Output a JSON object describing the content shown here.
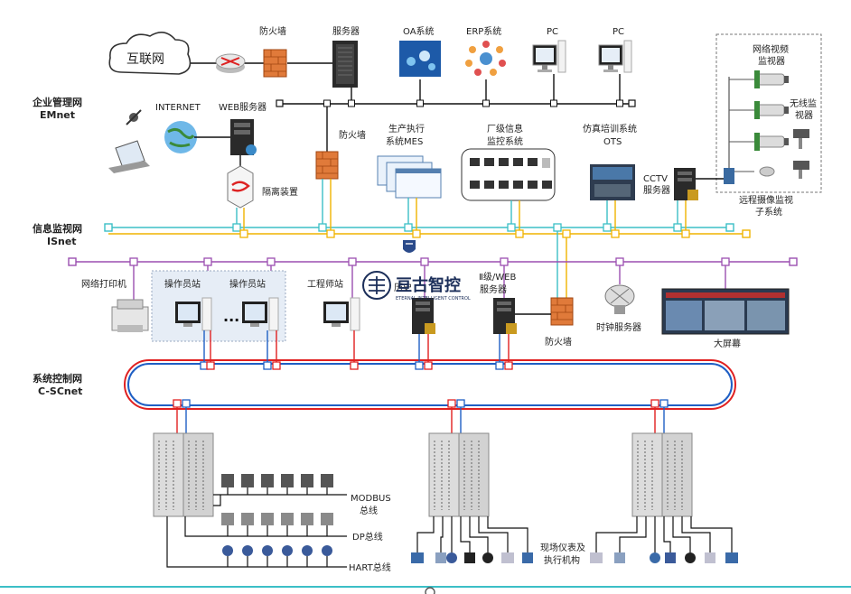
{
  "networks": {
    "emnet": {
      "name": "企业管理网",
      "code": "EMnet"
    },
    "isnet": {
      "name": "信息监视网",
      "code": "ISnet"
    },
    "cscnet": {
      "name": "系统控制网",
      "code": "C-SCnet"
    }
  },
  "nodes": {
    "internet_cloud": "互联网",
    "firewall_top": "防火墙",
    "server": "服务器",
    "oa": "OA系统",
    "erp": "ERP系统",
    "pc1": "PC",
    "pc2": "PC",
    "video_monitor_1": "网络视频",
    "video_monitor_2": "监视器",
    "wireless_monitor_1": "无线监",
    "wireless_monitor_2": "视器",
    "remote_cam_1": "远程摄像监视",
    "remote_cam_2": "子系统",
    "internet_label": "INTERNET",
    "web_server": "WEB服务器",
    "isolation": "隔离装置",
    "firewall_mid": "防火墙",
    "mes_1": "生产执行",
    "mes_2": "系统MES",
    "plant_monitor_1": "厂级信息",
    "plant_monitor_2": "监控系统",
    "ots_1": "仿真培训系统",
    "ots_2": "OTS",
    "cctv_1": "CCTV",
    "cctv_2": "服务器",
    "printer": "网络打印机",
    "operator_1": "操作员站",
    "operator_2": "操作员站",
    "ellipsis": "...",
    "engineer": "工程师站",
    "history_partial": "历史",
    "webserver_partial_1": "Ⅱ级/WEB",
    "webserver_partial_2": "服务器",
    "firewall_low": "防火墙",
    "clock_server": "时钟服务器",
    "big_screen": "大屏幕",
    "modbus_1": "MODBUS",
    "modbus_2": "总线",
    "dp_bus": "DP总线",
    "hart_bus": "HART总线",
    "field_1": "现场仪表及",
    "field_2": "执行机构"
  },
  "watermark": {
    "brand": "亘古智控",
    "sub": "ETERNAL INTELLIGENT CONTROL"
  },
  "colors": {
    "emnet_line": "#111111",
    "isnet_line_cyan": "#3bbfc6",
    "isnet_line_yellow": "#f0b400",
    "purple_bus": "#9b4fb0",
    "ring_red": "#e02020",
    "ring_blue": "#1f5fc4",
    "firewall": "#e07a3a"
  }
}
